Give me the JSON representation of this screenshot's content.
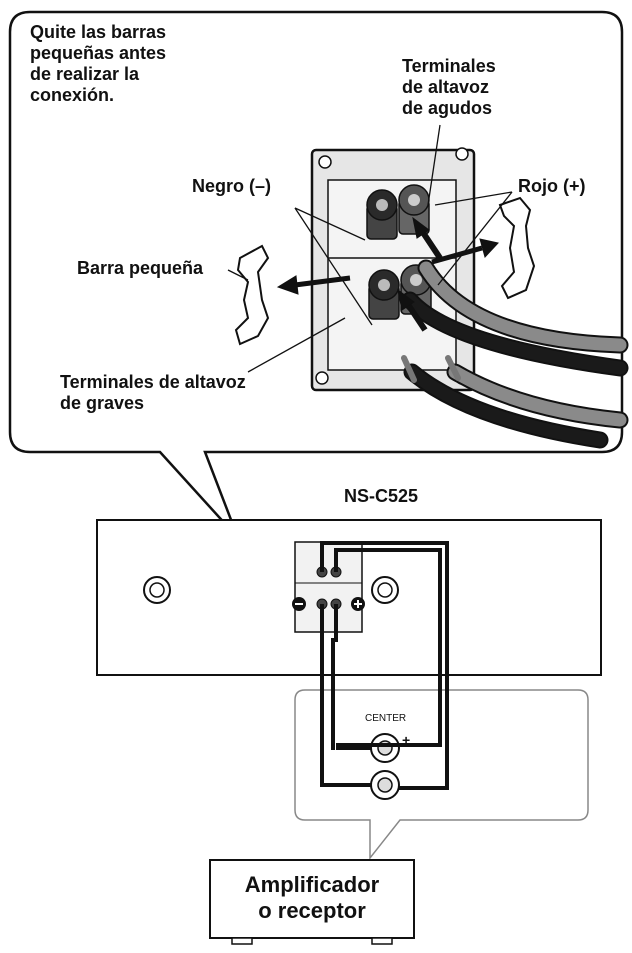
{
  "instruction": {
    "line1": "Quite las barras",
    "line2": "pequeñas antes",
    "line3": "de realizar la",
    "line4": "conexión."
  },
  "labels": {
    "tweeter_line1": "Terminales",
    "tweeter_line2": "de altavoz",
    "tweeter_line3": "de agudos",
    "negative": "Negro (–)",
    "positive": "Rojo (+)",
    "bar": "Barra pequeña",
    "woofer_line1": "Terminales de altavoz",
    "woofer_line2": "de graves"
  },
  "speaker": {
    "model": "NS-C525"
  },
  "amplifier": {
    "channel": "CENTER",
    "plus": "+",
    "minus": "–",
    "name_line1": "Amplificador",
    "name_line2": "o receptor"
  },
  "colors": {
    "line": "#111111",
    "panel": "#f2f2f2",
    "cable_black": "#1a1a1a",
    "cable_gray": "#8a8a8a"
  }
}
